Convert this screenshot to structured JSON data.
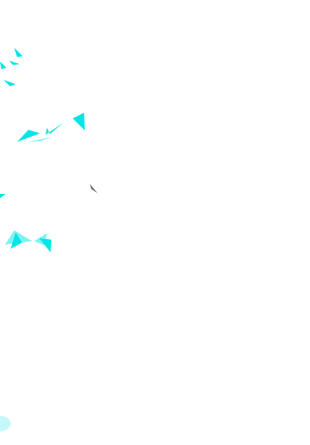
{
  "colors": {
    "background": "#ffffff",
    "cyan": "#00e5e5",
    "cyan_light": "#7df2f2",
    "cyan_pale": "#bff8f8",
    "gray": "#6b6b6b"
  },
  "elements": [
    {
      "name": "shard-icon",
      "kind": "cyan"
    },
    {
      "name": "shard-icon",
      "kind": "cyan"
    },
    {
      "name": "shard-icon",
      "kind": "cyan"
    },
    {
      "name": "shard-icon",
      "kind": "cyan"
    },
    {
      "name": "shard-icon",
      "kind": "cyan"
    },
    {
      "name": "shard-icon",
      "kind": "cyan"
    },
    {
      "name": "shard-icon",
      "kind": "cyan"
    },
    {
      "name": "shard-icon",
      "kind": "cyan_light"
    },
    {
      "name": "shard-icon",
      "kind": "cyan"
    },
    {
      "name": "shard-icon",
      "kind": "cyan_light"
    },
    {
      "name": "shard-icon",
      "kind": "cyan"
    },
    {
      "name": "shard-icon",
      "kind": "cyan_light"
    },
    {
      "name": "shard-icon",
      "kind": "cyan"
    },
    {
      "name": "gray-shard-icon",
      "kind": "gray"
    },
    {
      "name": "glow-spot-icon",
      "kind": "cyan_pale"
    }
  ]
}
